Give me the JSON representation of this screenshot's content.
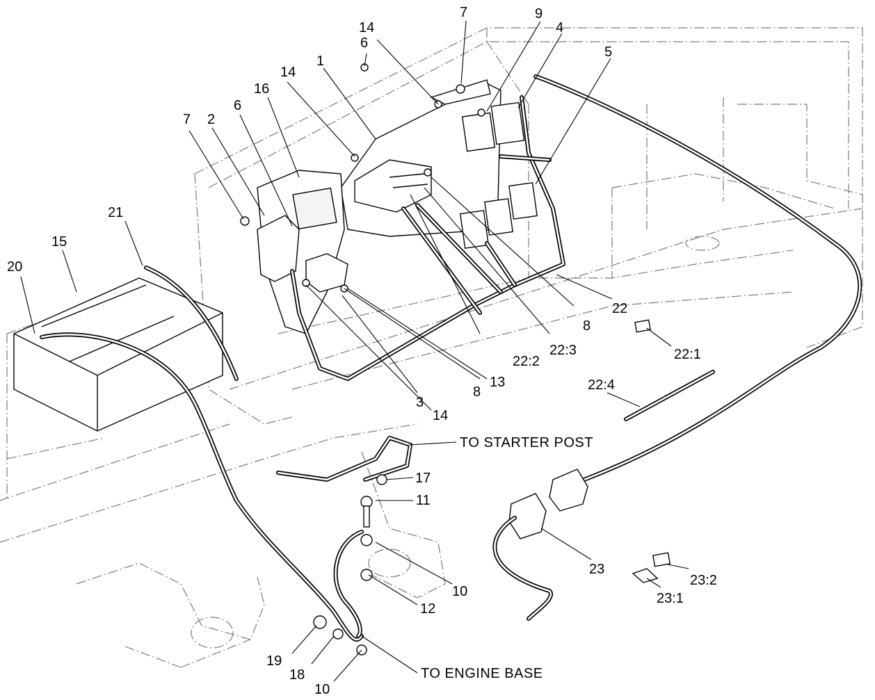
{
  "callouts": [
    {
      "id": "c1",
      "text": "1"
    },
    {
      "id": "c2",
      "text": "2"
    },
    {
      "id": "c3",
      "text": "3"
    },
    {
      "id": "c4",
      "text": "4"
    },
    {
      "id": "c5",
      "text": "5"
    },
    {
      "id": "c6a",
      "text": "6"
    },
    {
      "id": "c6b",
      "text": "6"
    },
    {
      "id": "c7a",
      "text": "7"
    },
    {
      "id": "c7b",
      "text": "7"
    },
    {
      "id": "c8a",
      "text": "8"
    },
    {
      "id": "c8b",
      "text": "8"
    },
    {
      "id": "c9",
      "text": "9"
    },
    {
      "id": "c10a",
      "text": "10"
    },
    {
      "id": "c10b",
      "text": "10"
    },
    {
      "id": "c11",
      "text": "11"
    },
    {
      "id": "c12",
      "text": "12"
    },
    {
      "id": "c13",
      "text": "13"
    },
    {
      "id": "c14a",
      "text": "14"
    },
    {
      "id": "c14b",
      "text": "14"
    },
    {
      "id": "c14c",
      "text": "14"
    },
    {
      "id": "c15",
      "text": "15"
    },
    {
      "id": "c16",
      "text": "16"
    },
    {
      "id": "c17",
      "text": "17"
    },
    {
      "id": "c18",
      "text": "18"
    },
    {
      "id": "c19",
      "text": "19"
    },
    {
      "id": "c20",
      "text": "20"
    },
    {
      "id": "c21",
      "text": "21"
    },
    {
      "id": "c22",
      "text": "22"
    },
    {
      "id": "c22_1",
      "text": "22:1"
    },
    {
      "id": "c22_2",
      "text": "22:2"
    },
    {
      "id": "c22_3",
      "text": "22:3"
    },
    {
      "id": "c22_4",
      "text": "22:4"
    },
    {
      "id": "c23",
      "text": "23"
    },
    {
      "id": "c23_1",
      "text": "23:1"
    },
    {
      "id": "c23_2",
      "text": "23:2"
    }
  ],
  "notes": {
    "starter": "TO STARTER POST",
    "engine": "TO ENGINE BASE"
  }
}
